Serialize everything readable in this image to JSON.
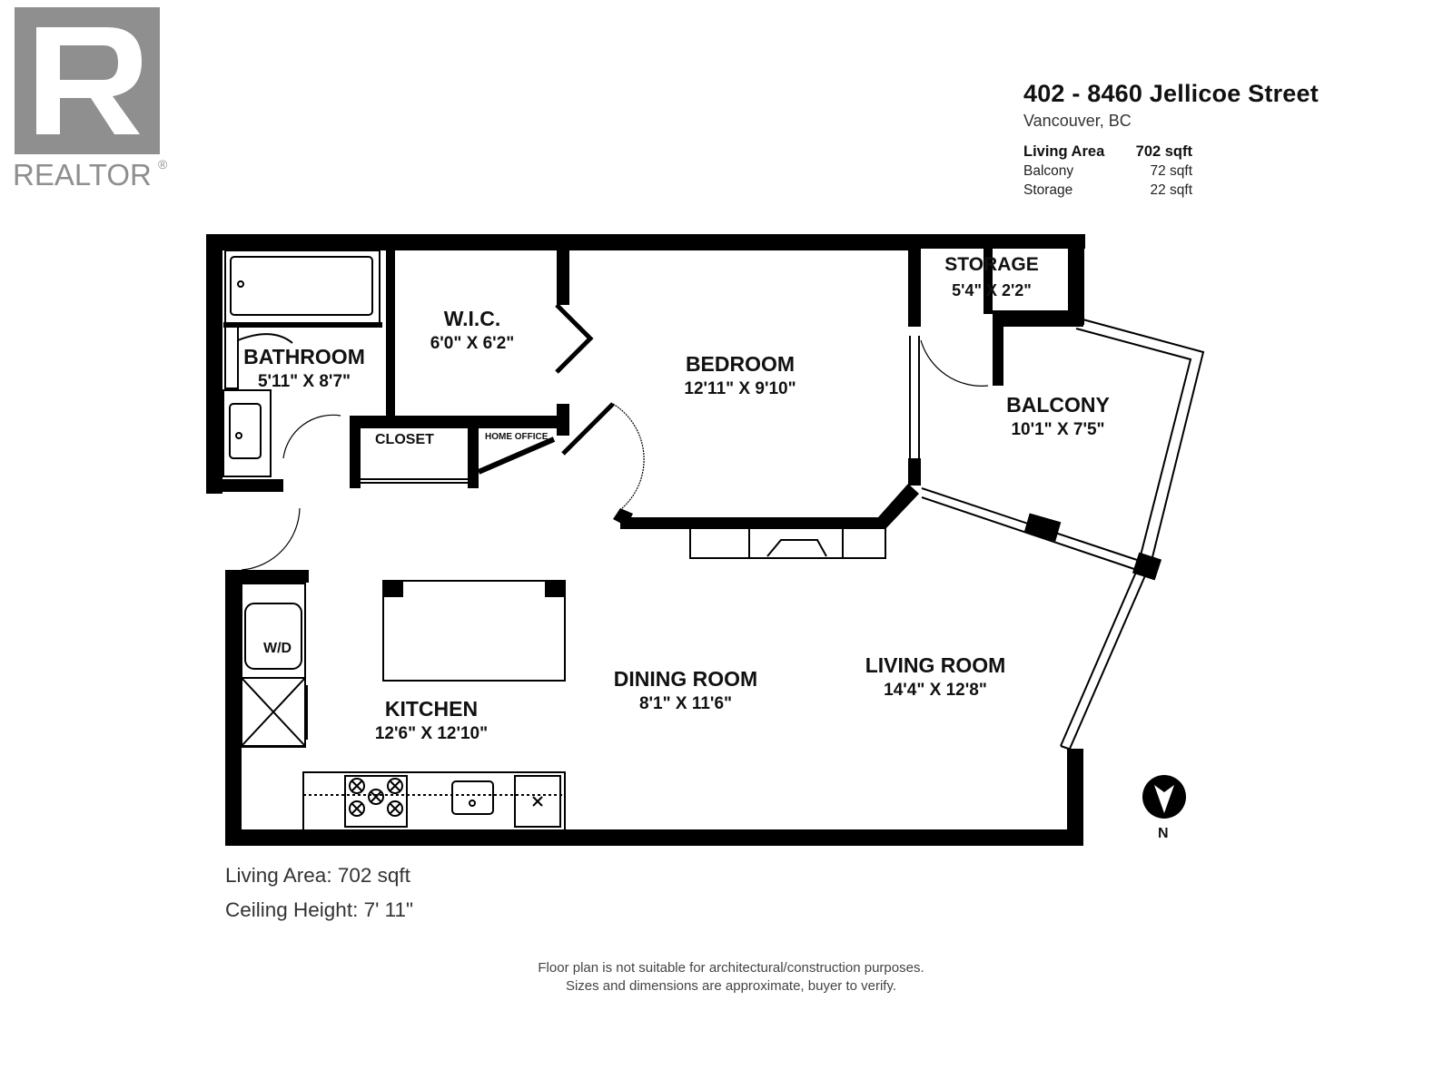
{
  "brand": {
    "logo_text": "REALTOR",
    "registered_mark": "®"
  },
  "header": {
    "address": "402 - 8460 Jellicoe Street",
    "city": "Vancouver, BC",
    "areas": [
      {
        "label": "Living Area",
        "value": "702 sqft"
      },
      {
        "label": "Balcony",
        "value": "72 sqft"
      },
      {
        "label": "Storage",
        "value": "22 sqft"
      }
    ]
  },
  "rooms": {
    "bathroom": {
      "name": "BATHROOM",
      "dims": "5'11\" X 8'7\""
    },
    "wic": {
      "name": "W.I.C.",
      "dims": "6'0\" X 6'2\""
    },
    "bedroom": {
      "name": "BEDROOM",
      "dims": "12'11\" X 9'10\""
    },
    "storage": {
      "name": "STORAGE",
      "dims": "5'4\" X 2'2\""
    },
    "balcony": {
      "name": "BALCONY",
      "dims": "10'1\" X 7'5\""
    },
    "closet": {
      "name": "CLOSET"
    },
    "home_office": {
      "name": "HOME OFFICE"
    },
    "kitchen": {
      "name": "KITCHEN",
      "dims": "12'6\" X 12'10\""
    },
    "dining": {
      "name": "DINING ROOM",
      "dims": "8'1\" X 11'6\""
    },
    "living": {
      "name": "LIVING ROOM",
      "dims": "14'4\" X 12'8\""
    },
    "wd": {
      "name": "W/D"
    }
  },
  "north": {
    "label": "N"
  },
  "footer": {
    "living_area": "Living Area: 702 sqft",
    "ceiling_height": "Ceiling Height: 7' 11\"",
    "disclaimer_1": "Floor plan is not suitable for architectural/construction purposes.",
    "disclaimer_2": "Sizes and dimensions are approximate, buyer to verify."
  },
  "colors": {
    "wall": "#000000",
    "logo_gray": "#8f8f8f",
    "text": "#111111"
  }
}
